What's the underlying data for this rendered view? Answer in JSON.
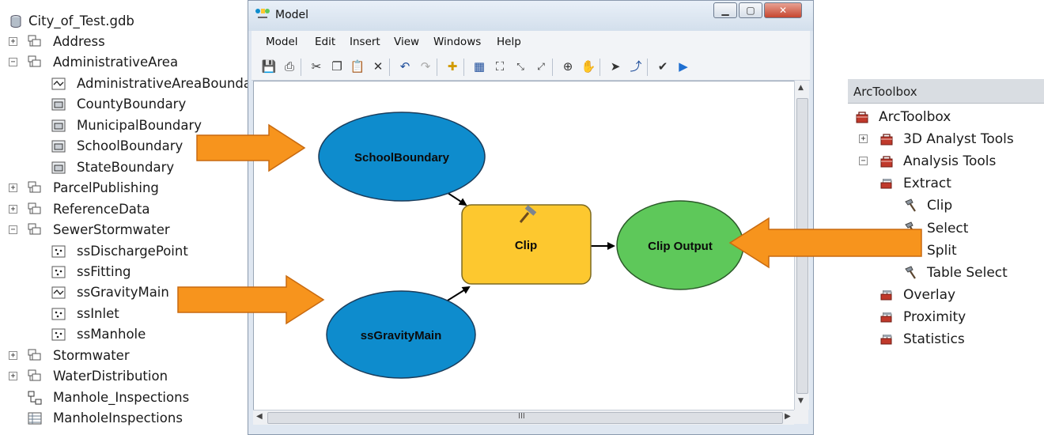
{
  "catalog": {
    "root": "City_of_Test.gdb",
    "items": [
      {
        "label": "Address",
        "level": 1,
        "expander": "+",
        "icon": "feature-dataset-icon"
      },
      {
        "label": "AdministrativeArea",
        "level": 1,
        "expander": "−",
        "icon": "feature-dataset-icon"
      },
      {
        "label": "AdministrativeAreaBoundary",
        "level": 2,
        "expander": "",
        "icon": "line-feature-class-icon"
      },
      {
        "label": "CountyBoundary",
        "level": 2,
        "expander": "",
        "icon": "polygon-feature-class-icon"
      },
      {
        "label": "MunicipalBoundary",
        "level": 2,
        "expander": "",
        "icon": "polygon-feature-class-icon"
      },
      {
        "label": "SchoolBoundary",
        "level": 2,
        "expander": "",
        "icon": "polygon-feature-class-icon"
      },
      {
        "label": "StateBoundary",
        "level": 2,
        "expander": "",
        "icon": "polygon-feature-class-icon"
      },
      {
        "label": "ParcelPublishing",
        "level": 1,
        "expander": "+",
        "icon": "feature-dataset-icon"
      },
      {
        "label": "ReferenceData",
        "level": 1,
        "expander": "+",
        "icon": "feature-dataset-icon"
      },
      {
        "label": "SewerStormwater",
        "level": 1,
        "expander": "−",
        "icon": "feature-dataset-icon"
      },
      {
        "label": "ssDischargePoint",
        "level": 2,
        "expander": "",
        "icon": "point-feature-class-icon"
      },
      {
        "label": "ssFitting",
        "level": 2,
        "expander": "",
        "icon": "point-feature-class-icon"
      },
      {
        "label": "ssGravityMain",
        "level": 2,
        "expander": "",
        "icon": "line-feature-class-icon"
      },
      {
        "label": "ssInlet",
        "level": 2,
        "expander": "",
        "icon": "point-feature-class-icon"
      },
      {
        "label": "ssManhole",
        "level": 2,
        "expander": "",
        "icon": "point-feature-class-icon"
      },
      {
        "label": "Stormwater",
        "level": 1,
        "expander": "+",
        "icon": "feature-dataset-icon"
      },
      {
        "label": "WaterDistribution",
        "level": 1,
        "expander": "+",
        "icon": "feature-dataset-icon"
      },
      {
        "label": "Manhole_Inspections",
        "level": 1,
        "expander": "",
        "icon": "relationship-class-icon"
      },
      {
        "label": "ManholeInspections",
        "level": 1,
        "expander": "",
        "icon": "table-icon"
      }
    ]
  },
  "model_window": {
    "title": "Model",
    "menu": [
      "Model",
      "Edit",
      "Insert",
      "View",
      "Windows",
      "Help"
    ],
    "toolbar_icons": [
      "save-icon",
      "print-icon",
      "cut-icon",
      "copy-icon",
      "paste-icon",
      "delete-icon",
      "undo-icon",
      "redo-icon",
      "add-data-icon",
      "auto-layout-icon",
      "full-extent-icon",
      "fixed-zoom-in-icon",
      "fixed-zoom-out-icon",
      "zoom-in-icon",
      "pan-icon",
      "select-icon",
      "connect-icon",
      "validate-icon",
      "run-icon"
    ],
    "nodes": {
      "input1": "SchoolBoundary",
      "input2": "ssGravityMain",
      "tool": "Clip",
      "output": "Clip Output"
    },
    "scroll_grip": "III",
    "colors": {
      "input": "#0e8ccd",
      "tool": "#fdc82f",
      "output": "#5ec85a"
    }
  },
  "toolbox": {
    "header": "ArcToolbox",
    "items": [
      {
        "label": "ArcToolbox",
        "level": 0,
        "expander": "",
        "icon": "toolbox-icon"
      },
      {
        "label": "3D Analyst Tools",
        "level": 1,
        "expander": "+",
        "icon": "toolbox-icon"
      },
      {
        "label": "Analysis Tools",
        "level": 1,
        "expander": "−",
        "icon": "toolbox-icon"
      },
      {
        "label": "Extract",
        "level": 2,
        "expander": "−",
        "icon": "toolset-icon"
      },
      {
        "label": "Clip",
        "level": 3,
        "expander": "",
        "icon": "hammer-icon"
      },
      {
        "label": "Select",
        "level": 3,
        "expander": "",
        "icon": "hammer-icon"
      },
      {
        "label": "Split",
        "level": 3,
        "expander": "",
        "icon": "hammer-icon"
      },
      {
        "label": "Table Select",
        "level": 3,
        "expander": "",
        "icon": "hammer-icon"
      },
      {
        "label": "Overlay",
        "level": 2,
        "expander": "+",
        "icon": "toolset-icon"
      },
      {
        "label": "Proximity",
        "level": 2,
        "expander": "+",
        "icon": "toolset-icon"
      },
      {
        "label": "Statistics",
        "level": 2,
        "expander": "+",
        "icon": "toolset-icon"
      }
    ]
  },
  "annotation_color": "#f7941d"
}
